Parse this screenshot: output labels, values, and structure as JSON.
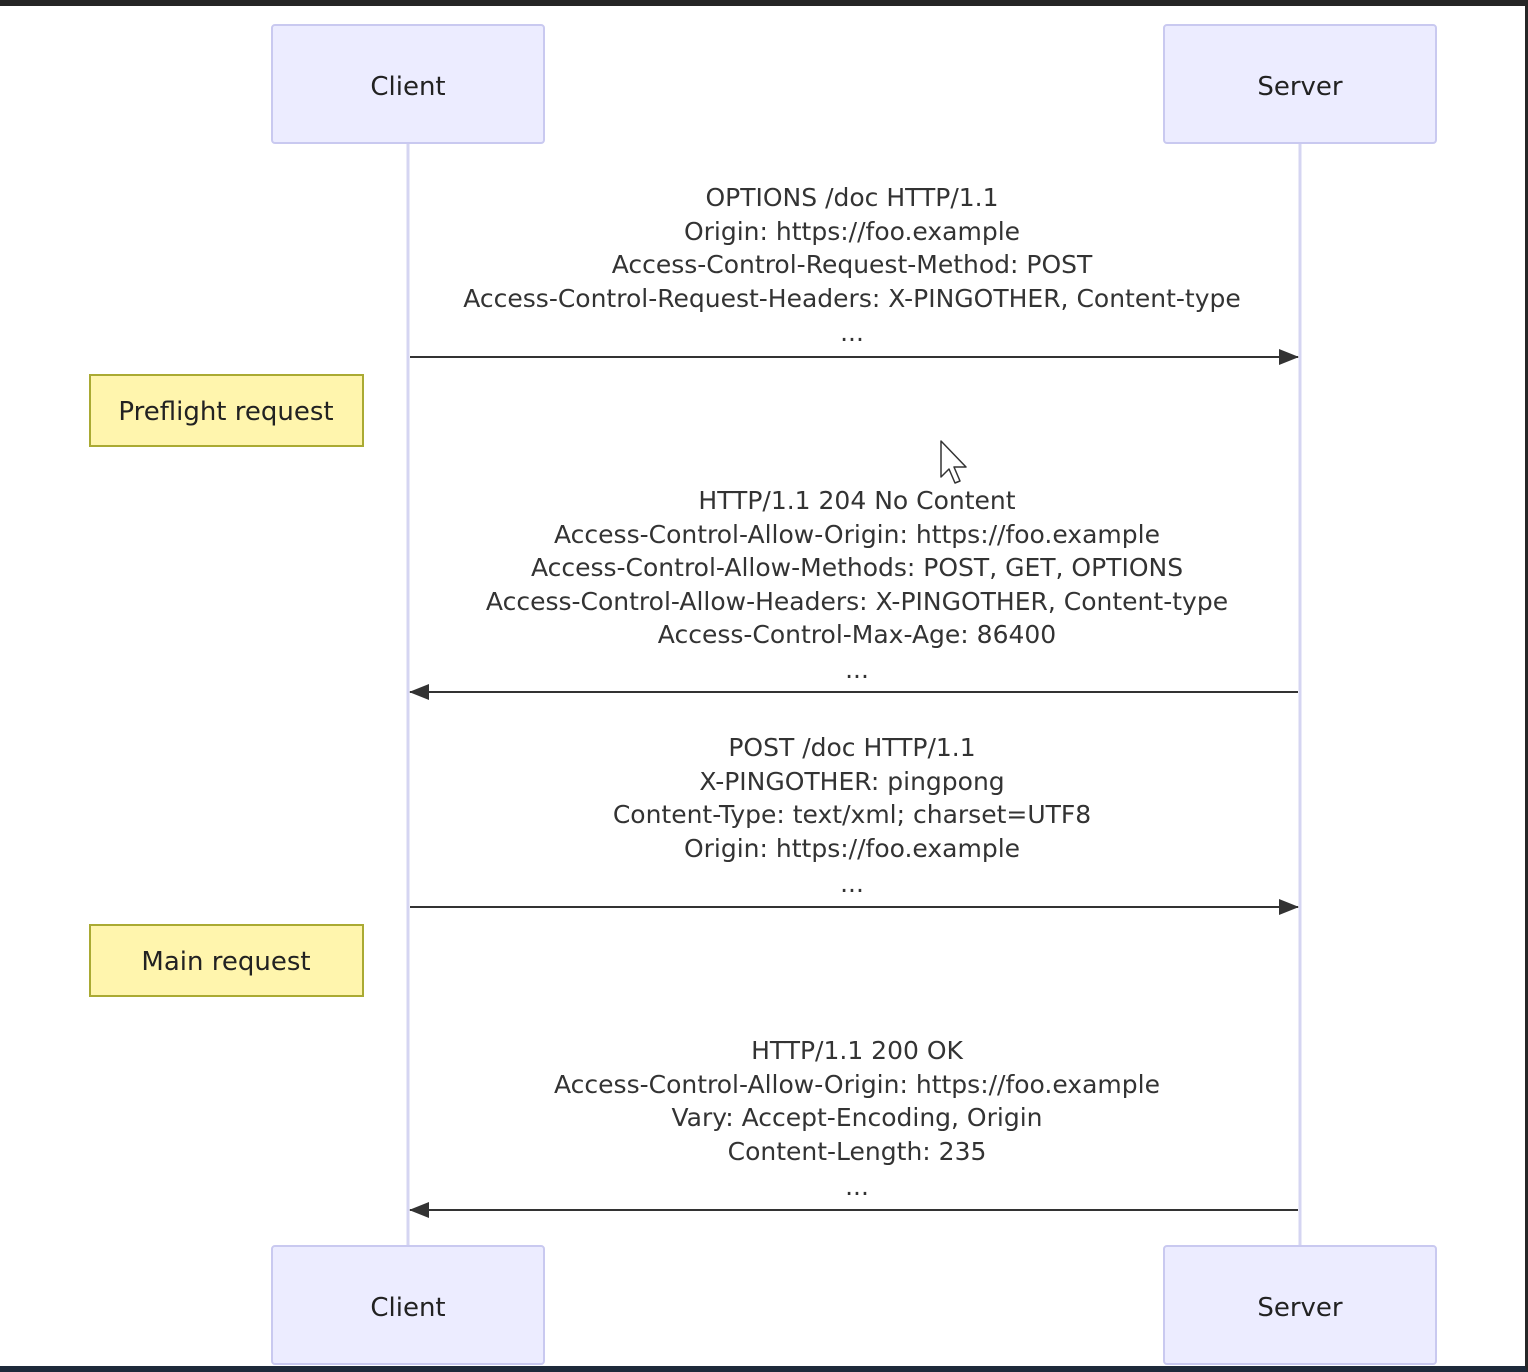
{
  "diagram": {
    "type": "sequence",
    "participants": [
      {
        "id": "client",
        "label": "Client"
      },
      {
        "id": "server",
        "label": "Server"
      }
    ],
    "messages": [
      {
        "from": "client",
        "to": "server",
        "lines": [
          "OPTIONS /doc HTTP/1.1",
          "Origin: https://foo.example",
          "Access-Control-Request-Method: POST",
          "Access-Control-Request-Headers: X-PINGOTHER, Content-type",
          "..."
        ]
      },
      {
        "from": "server",
        "to": "client",
        "lines": [
          "HTTP/1.1 204 No Content",
          "Access-Control-Allow-Origin: https://foo.example",
          "Access-Control-Allow-Methods: POST, GET, OPTIONS",
          "Access-Control-Allow-Headers: X-PINGOTHER, Content-type",
          "Access-Control-Max-Age: 86400",
          "..."
        ]
      },
      {
        "from": "client",
        "to": "server",
        "lines": [
          "POST /doc HTTP/1.1",
          "X-PINGOTHER: pingpong",
          "Content-Type: text/xml; charset=UTF8",
          "Origin: https://foo.example",
          "..."
        ]
      },
      {
        "from": "server",
        "to": "client",
        "lines": [
          "HTTP/1.1 200 OK",
          "Access-Control-Allow-Origin: https://foo.example",
          "Vary: Accept-Encoding, Origin",
          "Content-Length: 235",
          "..."
        ]
      }
    ],
    "notes": [
      {
        "label": "Preflight request",
        "position": "left of client"
      },
      {
        "label": "Main request",
        "position": "left of client"
      }
    ]
  },
  "colors": {
    "actor_fill": "#ECECFF",
    "actor_stroke": "#C9C9F0",
    "lifeline": "#D5D5F2",
    "arrow": "#333333",
    "note_fill": "#FFF5AD",
    "note_stroke": "#AAAA33"
  }
}
